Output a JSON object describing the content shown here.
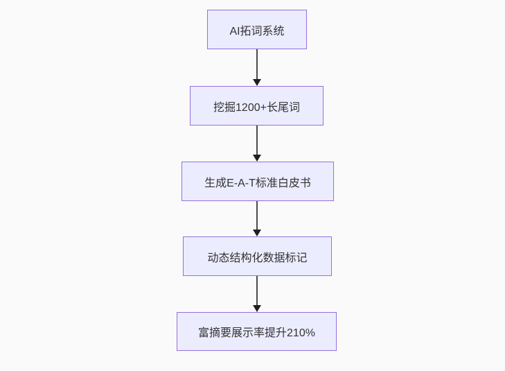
{
  "diagram": {
    "type": "flowchart",
    "direction": "top-down",
    "nodes": [
      {
        "label": "AI拓词系统"
      },
      {
        "label": "挖掘1200+长尾词"
      },
      {
        "label": "生成E-A-T标准白皮书"
      },
      {
        "label": "动态结构化数据标记"
      },
      {
        "label": "富摘要展示率提升210%"
      }
    ],
    "edges": [
      {
        "from": 0,
        "to": 1,
        "style": "arrow-down"
      },
      {
        "from": 1,
        "to": 2,
        "style": "arrow-down"
      },
      {
        "from": 2,
        "to": 3,
        "style": "arrow-down"
      },
      {
        "from": 3,
        "to": 4,
        "style": "arrow-down"
      }
    ],
    "colors": {
      "node_fill": "#ececff",
      "node_border": "#9370db",
      "edge_line": "#4a4a4a",
      "arrowhead": "#1f1f1f",
      "text": "#333333",
      "background": "#fafafa"
    }
  }
}
